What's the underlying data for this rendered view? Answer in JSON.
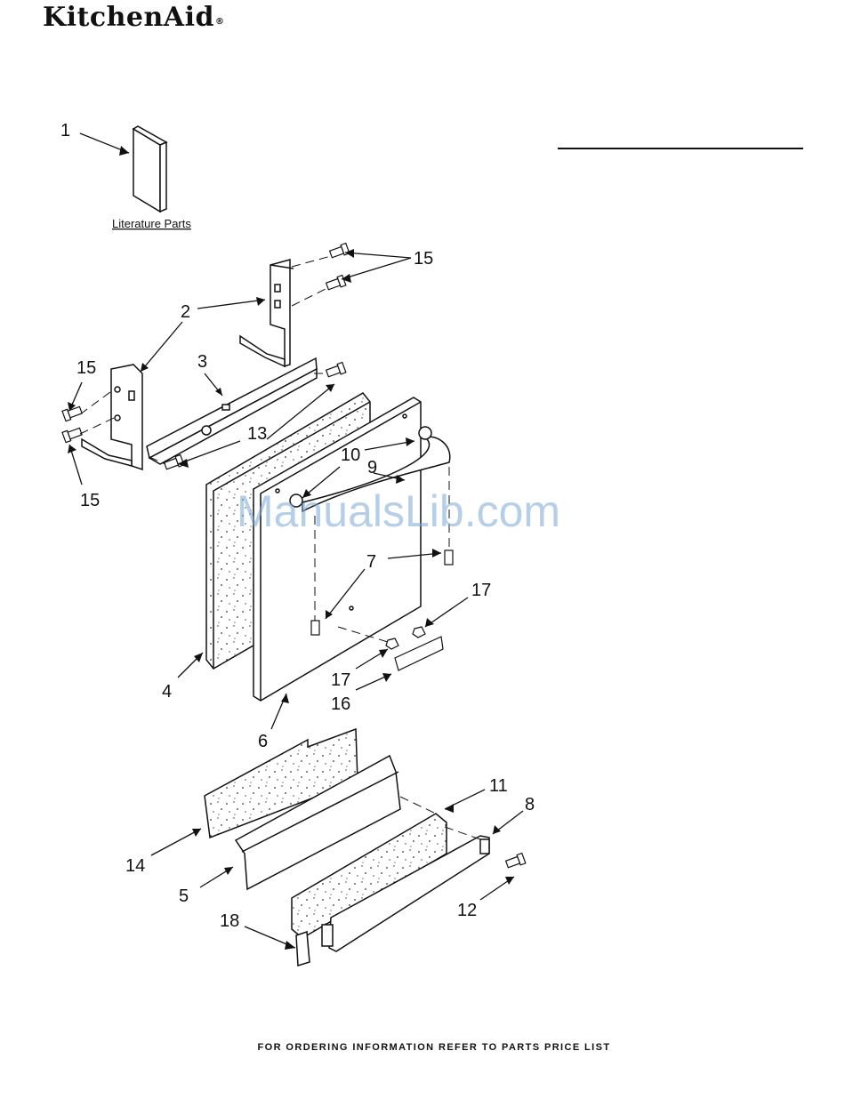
{
  "brand": {
    "logo_text": "KitchenAid",
    "trademark": "®"
  },
  "literature_label": "Literature Parts",
  "callouts": [
    "1",
    "15",
    "2",
    "15",
    "3",
    "13",
    "15",
    "10",
    "9",
    "7",
    "17",
    "4",
    "17",
    "16",
    "6",
    "11",
    "8",
    "14",
    "5",
    "12",
    "18"
  ],
  "watermark": "ManualsLib.com",
  "footer": "FOR ORDERING INFORMATION REFER TO PARTS PRICE LIST",
  "colors": {
    "ink": "#111111",
    "paper": "#ffffff",
    "watermark": "#7aa7d6"
  }
}
